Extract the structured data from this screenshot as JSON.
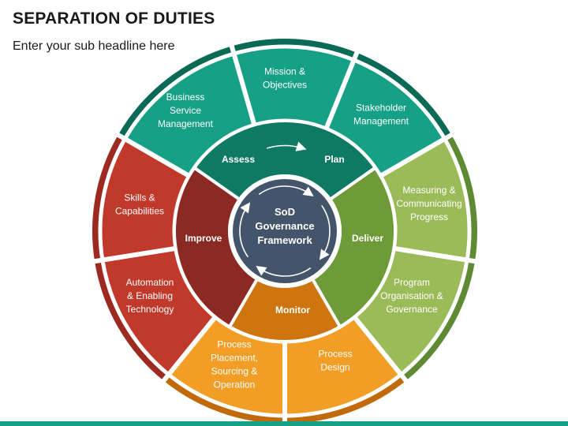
{
  "header": {
    "title": "SEPARATION OF DUTIES",
    "subtitle": "Enter your sub headline here"
  },
  "center": {
    "lines": [
      "SoD",
      "Governance",
      "Framework"
    ]
  },
  "colors": {
    "teal": "#16a085",
    "teal_dark": "#0e7a64",
    "teal_border": "#0b6a56",
    "green": "#9bbb59",
    "green_dark": "#6e9a38",
    "green_border": "#5d8a33",
    "orange": "#f29e26",
    "orange_dark": "#cf7510",
    "orange_border": "#c06a0c",
    "red": "#c0392b",
    "red_dark": "#8b2a22",
    "red_border": "#9c2a20",
    "center": "#44546a"
  },
  "phases": [
    {
      "key": "assess",
      "label": "Assess",
      "color": "teal"
    },
    {
      "key": "plan",
      "label": "Plan",
      "color": "teal"
    },
    {
      "key": "deliver",
      "label": "Deliver",
      "color": "green"
    },
    {
      "key": "monitor",
      "label": "Monitor",
      "color": "orange"
    },
    {
      "key": "improve",
      "label": "Improve",
      "color": "red"
    }
  ],
  "segments": [
    {
      "key": "mission",
      "lines": [
        "Mission &",
        "Objectives"
      ],
      "color": "teal"
    },
    {
      "key": "stakeholder",
      "lines": [
        "Stakeholder",
        "Management"
      ],
      "color": "teal"
    },
    {
      "key": "measuring",
      "lines": [
        "Measuring &",
        "Communicating",
        "Progress"
      ],
      "color": "green"
    },
    {
      "key": "program",
      "lines": [
        "Program",
        "Organisation &",
        "Governance"
      ],
      "color": "green"
    },
    {
      "key": "process-design",
      "lines": [
        "Process",
        "Design"
      ],
      "color": "orange"
    },
    {
      "key": "process-placement",
      "lines": [
        "Process",
        "Placement,",
        "Sourcing &",
        "Operation"
      ],
      "color": "orange"
    },
    {
      "key": "automation",
      "lines": [
        "Automation",
        "& Enabling",
        "Technology"
      ],
      "color": "red"
    },
    {
      "key": "skills",
      "lines": [
        "Skills &",
        "Capabilities"
      ],
      "color": "red"
    },
    {
      "key": "business-service",
      "lines": [
        "Business",
        "Service",
        "Management"
      ],
      "color": "teal"
    }
  ]
}
